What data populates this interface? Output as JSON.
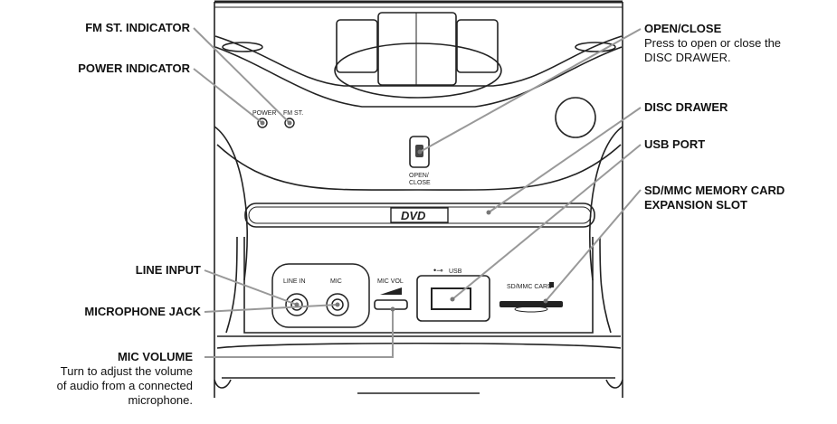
{
  "callouts": {
    "fm_st_indicator": {
      "title": "FM ST. INDICATOR"
    },
    "power_indicator": {
      "title": "POWER INDICATOR"
    },
    "line_input": {
      "title": "LINE INPUT"
    },
    "microphone_jack": {
      "title": "MICROPHONE JACK"
    },
    "mic_volume": {
      "title": "MIC VOLUME",
      "desc_lines": [
        "Turn to adjust the volume",
        "of audio from a connected",
        "microphone."
      ]
    },
    "open_close": {
      "title": "OPEN/CLOSE",
      "desc_lines": [
        "Press to open or close the",
        "DISC DRAWER."
      ]
    },
    "disc_drawer": {
      "title": "DISC DRAWER"
    },
    "usb_port": {
      "title": "USB PORT"
    },
    "sd_mmc": {
      "title_lines": [
        "SD/MMC MEMORY CARD",
        "EXPANSION SLOT"
      ]
    }
  },
  "device_labels": {
    "power": "POWER",
    "fm_st": "FM ST.",
    "open_close_1": "OPEN/",
    "open_close_2": "CLOSE",
    "dvd": "DVD",
    "line_in": "LINE IN",
    "mic": "MIC",
    "mic_vol": "MIC VOL",
    "usb": "USB",
    "sd_mmc_card": "SD/MMC CARD"
  },
  "colors": {
    "leader_line": "#999999",
    "outline": "#222222"
  }
}
